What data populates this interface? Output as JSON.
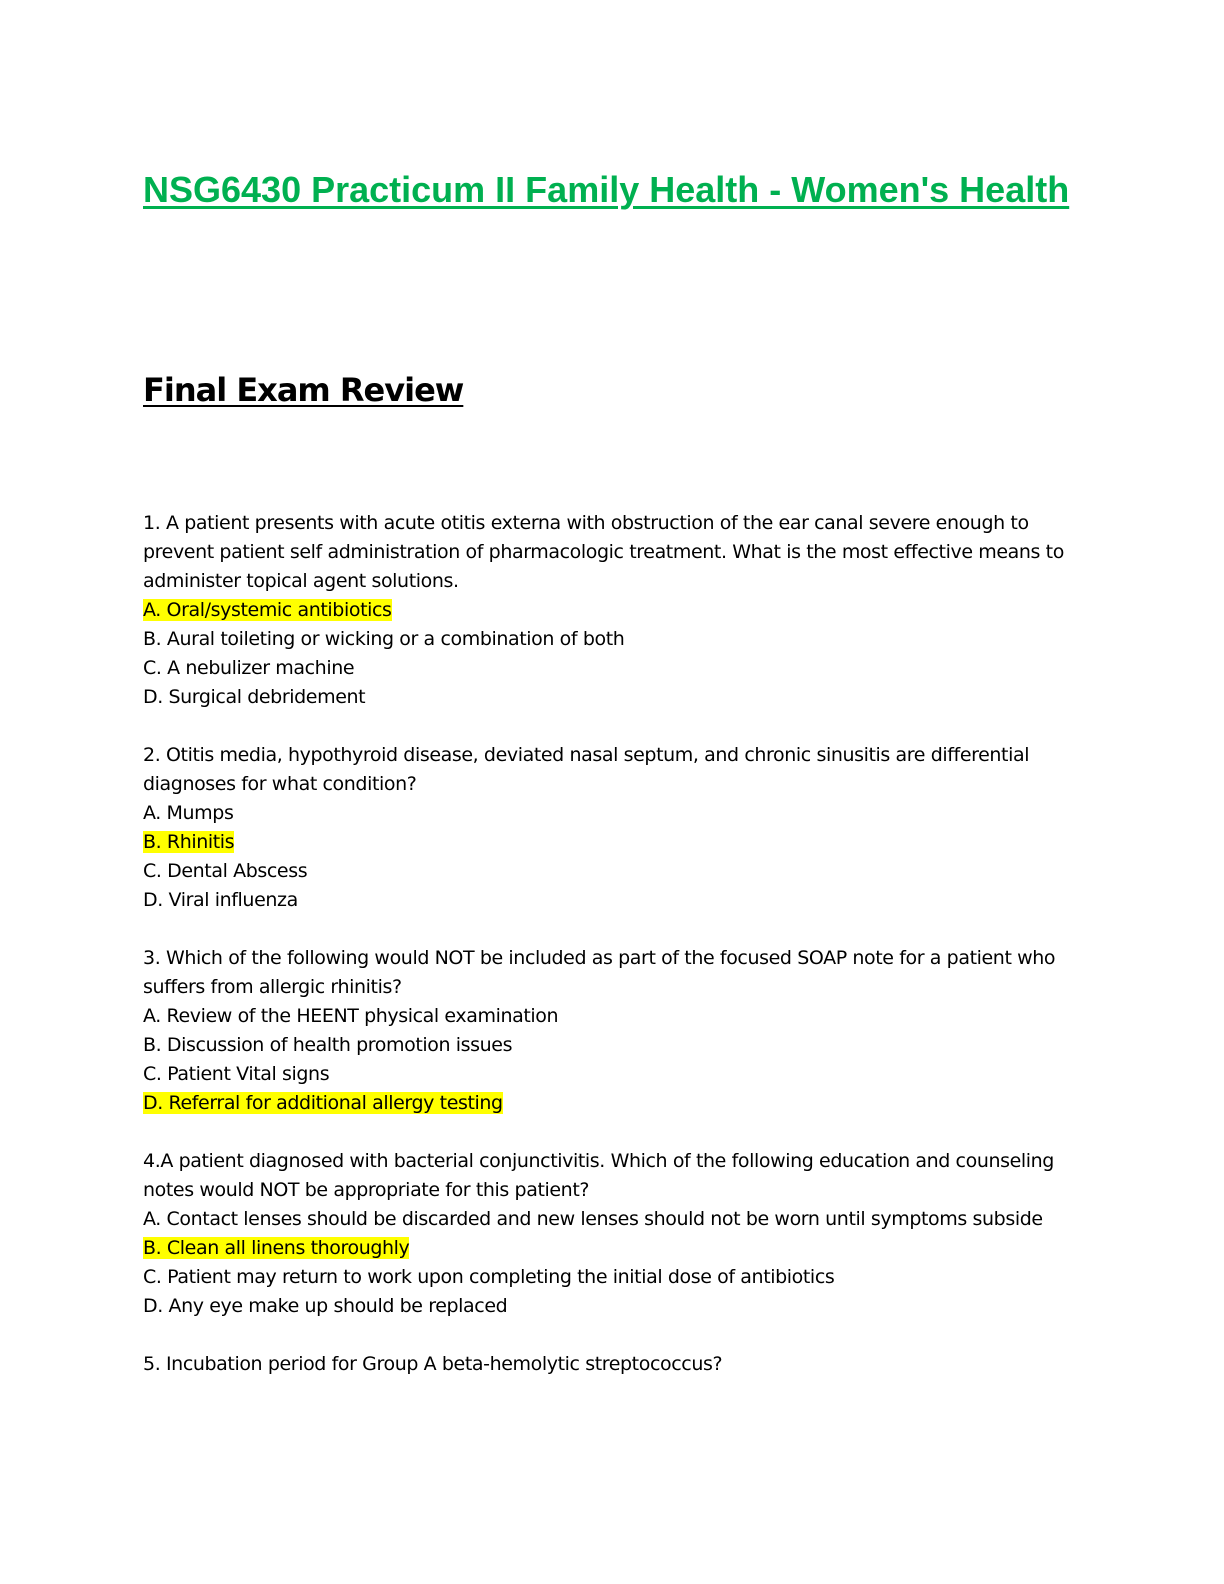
{
  "document": {
    "title": "NSG6430 Practicum II Family Health - Women's Health",
    "heading": "Final Exam Review",
    "highlight_color": "#ffff00",
    "title_color": "#00b050"
  },
  "questions": [
    {
      "text": "1. A patient presents with acute otitis externa with obstruction of the ear canal severe enough to prevent patient self administration of pharmacologic treatment. What is the most effective means to administer topical agent solutions.",
      "answers": [
        {
          "label": "A. Oral/systemic antibiotics",
          "highlighted": true
        },
        {
          "label": "B. Aural toileting or wicking or a combination of both",
          "highlighted": false
        },
        {
          "label": "C. A nebulizer machine",
          "highlighted": false
        },
        {
          "label": "D. Surgical debridement",
          "highlighted": false
        }
      ]
    },
    {
      "text": "2. Otitis media, hypothyroid disease, deviated nasal septum, and chronic sinusitis are differential diagnoses for what condition?",
      "answers": [
        {
          "label": "A. Mumps",
          "highlighted": false
        },
        {
          "label": "B. Rhinitis",
          "highlighted": true
        },
        {
          "label": "C. Dental Abscess",
          "highlighted": false
        },
        {
          "label": "D. Viral influenza",
          "highlighted": false
        }
      ]
    },
    {
      "text": "3. Which of the following would NOT be included as part of the focused SOAP note for a patient who suffers from allergic rhinitis?",
      "answers": [
        {
          "label": "A. Review of the HEENT physical examination",
          "highlighted": false
        },
        {
          "label": "B. Discussion of health promotion issues",
          "highlighted": false
        },
        {
          "label": "C. Patient Vital signs",
          "highlighted": false
        },
        {
          "label": "D. Referral for additional allergy testing",
          "highlighted": true
        }
      ]
    },
    {
      "text": "4.A patient diagnosed with bacterial conjunctivitis. Which of the following education and counseling notes would NOT be appropriate for this patient?",
      "answers": [
        {
          "label": "A. Contact lenses should be discarded and new lenses should not be worn until symptoms subside",
          "highlighted": false
        },
        {
          "label": "B. Clean all linens thoroughly",
          "highlighted": true
        },
        {
          "label": "C. Patient may return to work upon completing the initial dose of antibiotics",
          "highlighted": false
        },
        {
          "label": "D. Any eye make up should be replaced",
          "highlighted": false
        }
      ]
    },
    {
      "text": "5. Incubation period for Group A beta-hemolytic streptococcus?",
      "answers": []
    }
  ]
}
